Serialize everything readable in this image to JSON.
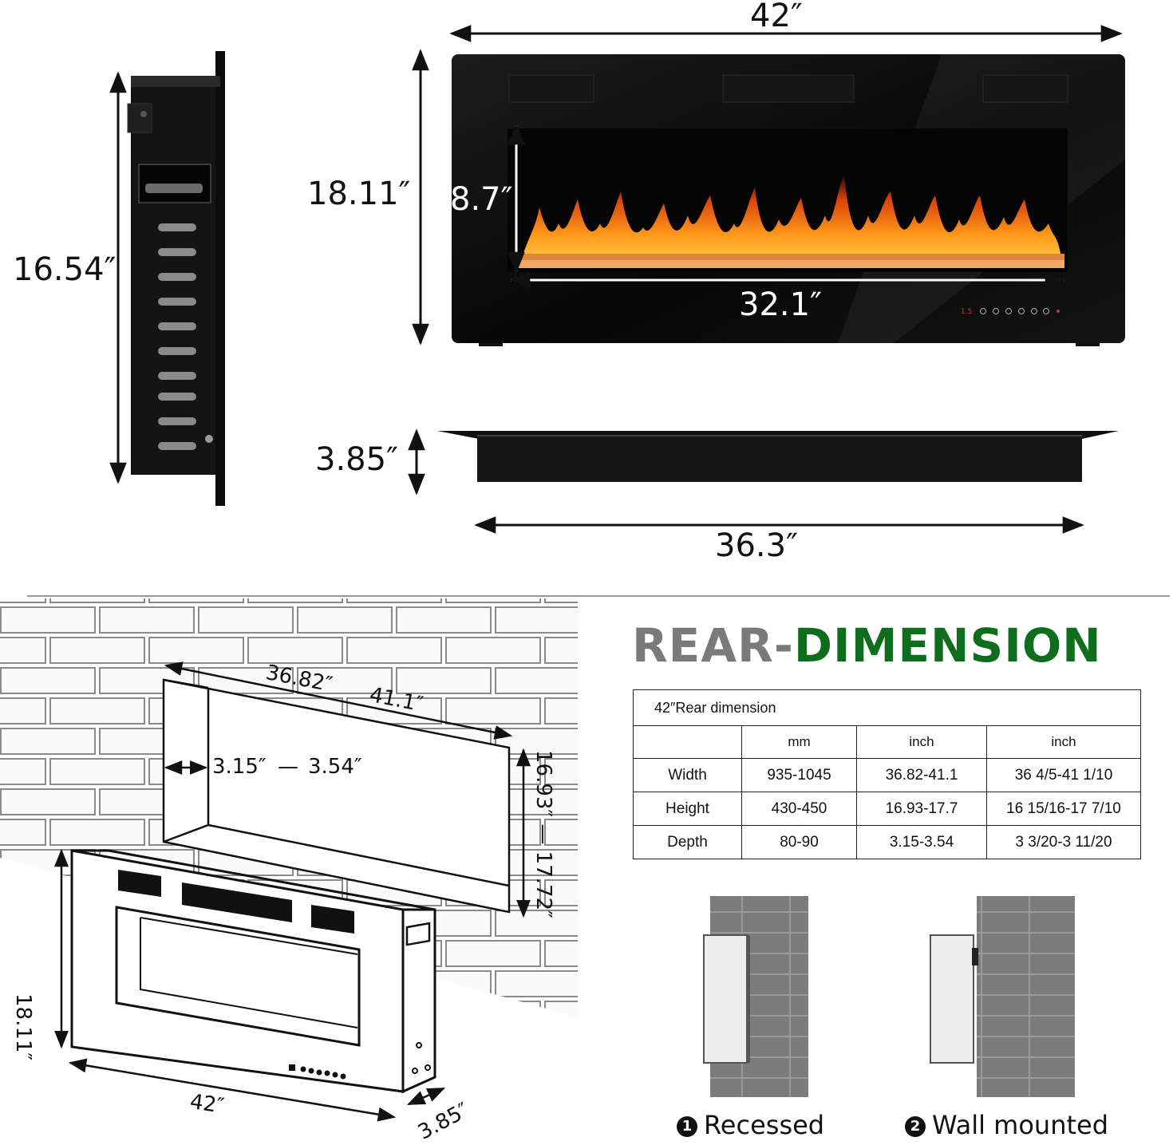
{
  "front_view": {
    "width_label": "42″",
    "height_label": "18.11″",
    "flame_height_label": "8.7″",
    "flame_width_label": "32.1″"
  },
  "side_view": {
    "height_label": "16.54″"
  },
  "bottom_view": {
    "depth_label": "3.85″",
    "width_label": "36.3″"
  },
  "recess_diagram": {
    "opening_width_min": "36.82″",
    "opening_width_max": "41.1″",
    "opening_depth_min": "3.15″",
    "opening_depth_max": "3.54″",
    "opening_height_range": "16.93″ — 17.72″",
    "unit_height": "18.11″",
    "unit_width": "42″",
    "unit_depth": "3.85″",
    "depth_separator": "—"
  },
  "rear_dimension": {
    "title_part1": "REAR-",
    "title_part2": "DIMENSION",
    "title_colors": {
      "part1": "#7a7a7a",
      "part2": "#0f6e1d"
    },
    "table": {
      "caption": "42″Rear dimension",
      "columns": [
        "",
        "mm",
        "inch",
        "inch"
      ],
      "rows": [
        [
          "Width",
          "935-1045",
          "36.82-41.1",
          "36 4/5-41 1/10"
        ],
        [
          "Height",
          "430-450",
          "16.93-17.7",
          "16 15/16-17 7/10"
        ],
        [
          "Depth",
          "80-90",
          "3.15-3.54",
          "3 3/20-3 11/20"
        ]
      ]
    }
  },
  "install_options": [
    {
      "number": "1",
      "label": "Recessed"
    },
    {
      "number": "2",
      "label": "Wall mounted"
    }
  ]
}
